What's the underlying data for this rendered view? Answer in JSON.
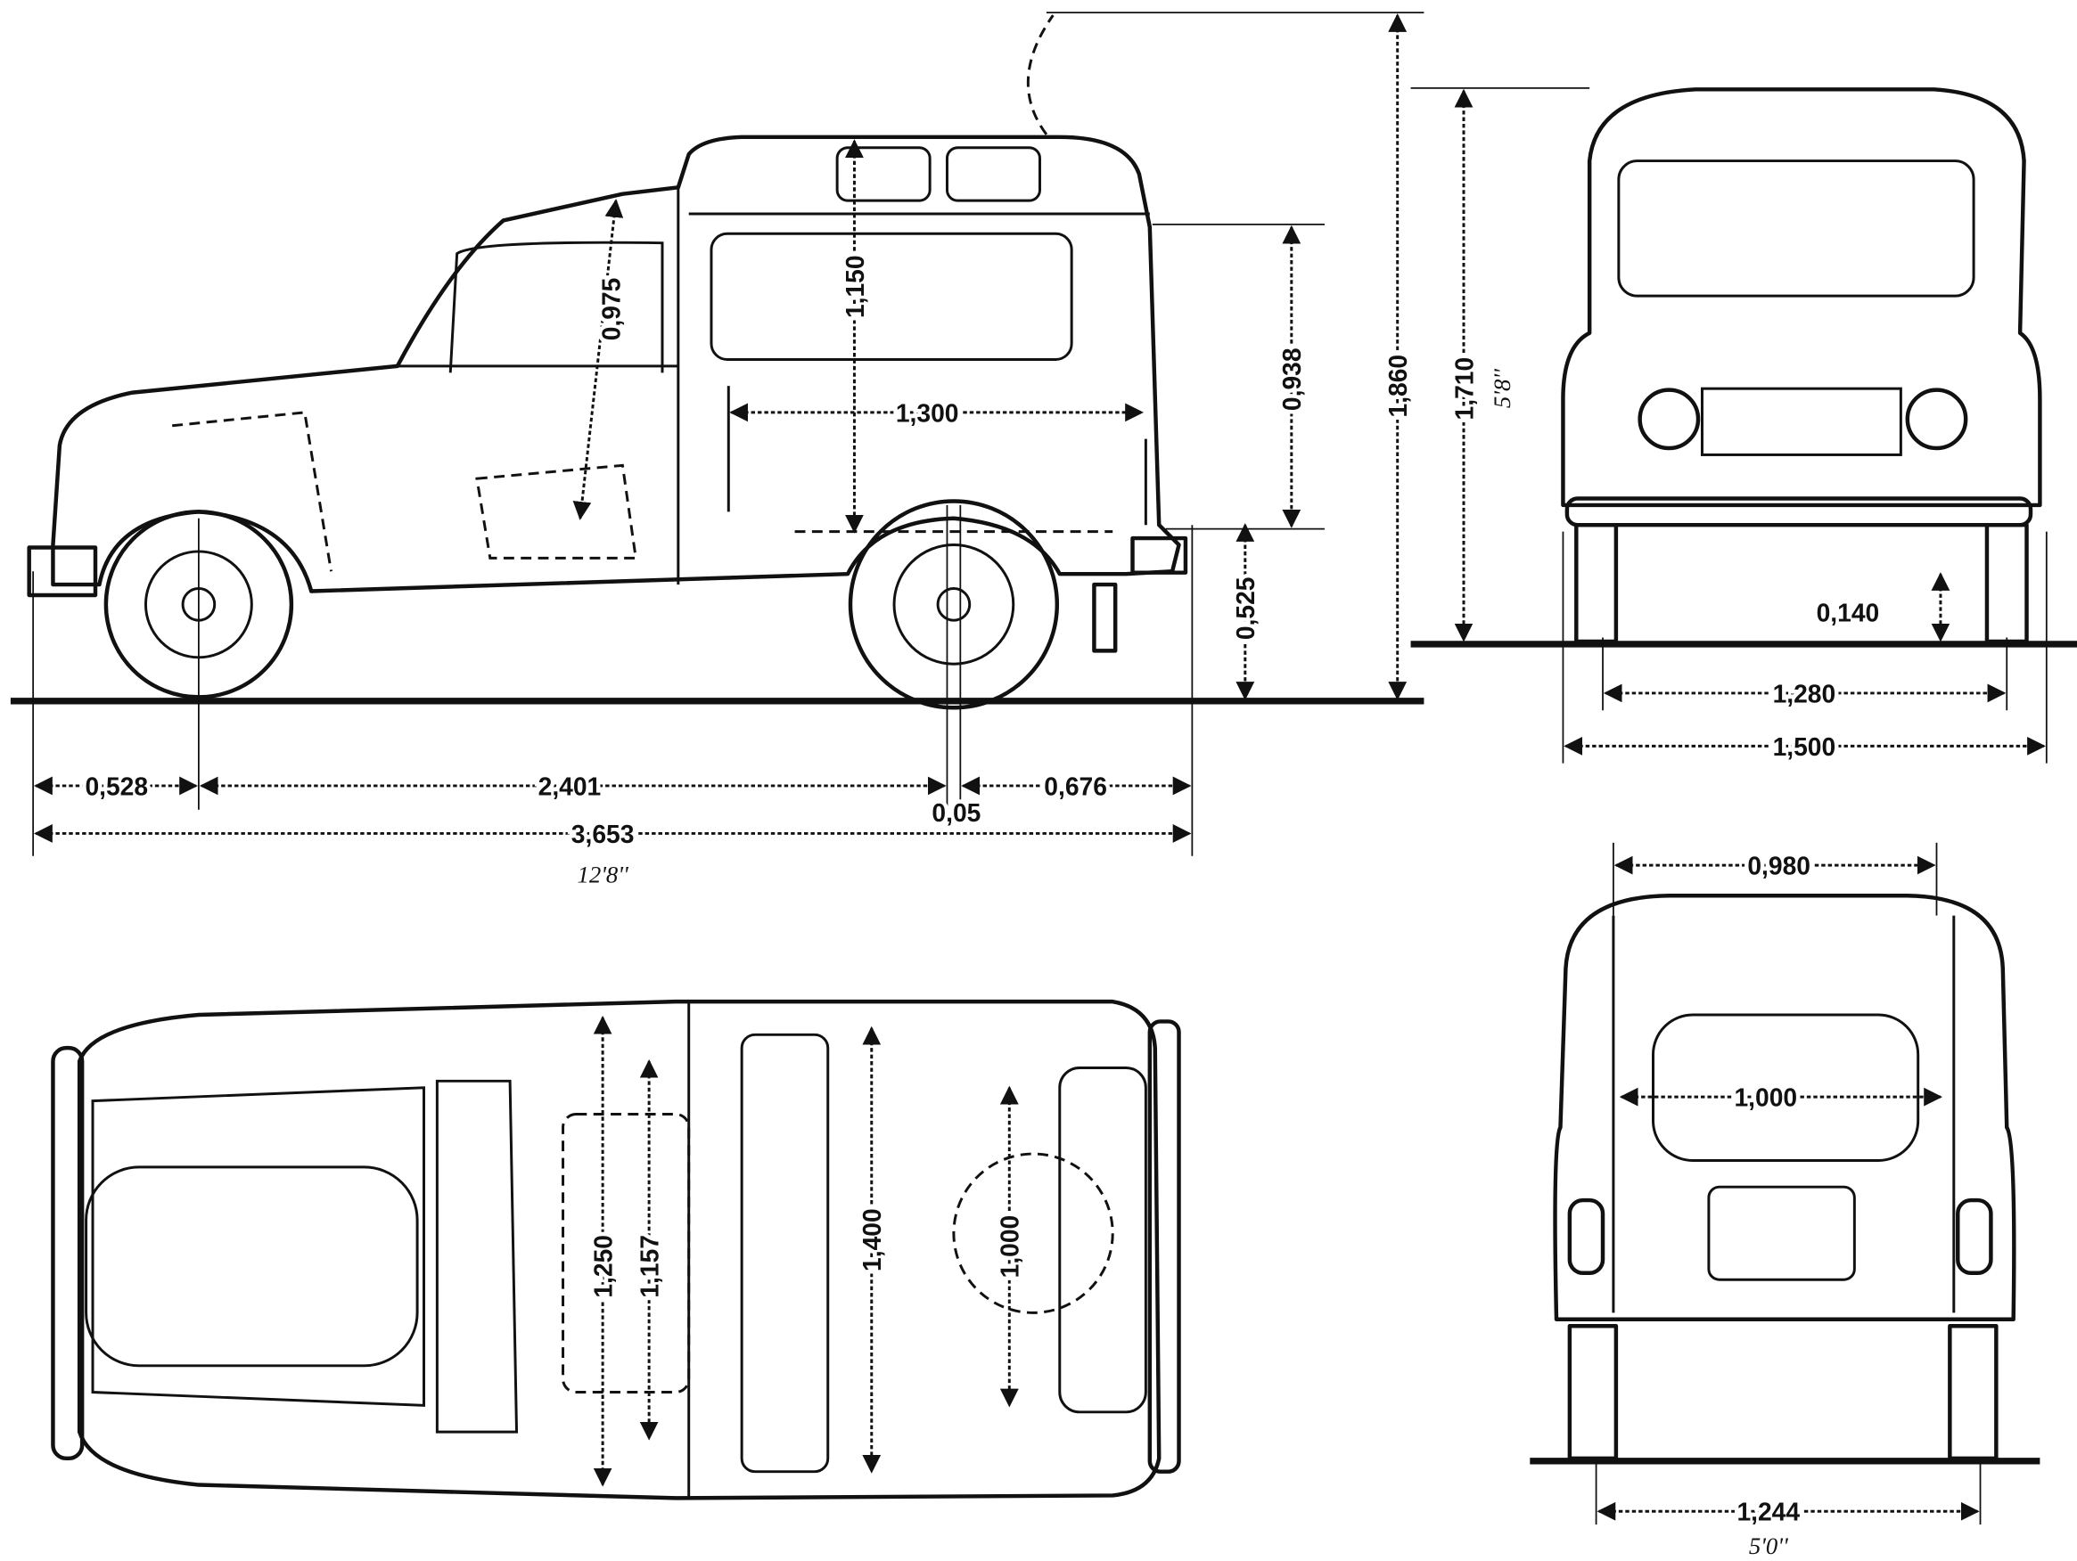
{
  "title": "Renault 4 Fourgonnette dimensions blueprint",
  "side_view": {
    "front_overhang": "0,528",
    "wheelbase": "2,401",
    "rear_offset": "0,05",
    "rear_overhang": "0,676",
    "overall_length": "3,653",
    "overall_length_imperial": "12'8''",
    "cabin_height": "0,975",
    "cargo_height": "1,150",
    "cargo_length": "1,300",
    "rear_door_height": "0,938",
    "load_sill_height": "0,525",
    "height_with_door_open": "1,860"
  },
  "front_view": {
    "height": "1,710",
    "height_imperial": "5'8''",
    "ground_clearance": "0,140",
    "track": "1,280",
    "width": "1,500"
  },
  "rear_view": {
    "roof_width": "0,980",
    "door_width": "1,000",
    "rear_track": "1,244",
    "rear_track_imperial": "5'0''"
  },
  "top_view": {
    "cabin_width": "1,250",
    "seat_width": "1,157",
    "cargo_width": "1,400",
    "wheel_arch_gap": "1,000"
  }
}
